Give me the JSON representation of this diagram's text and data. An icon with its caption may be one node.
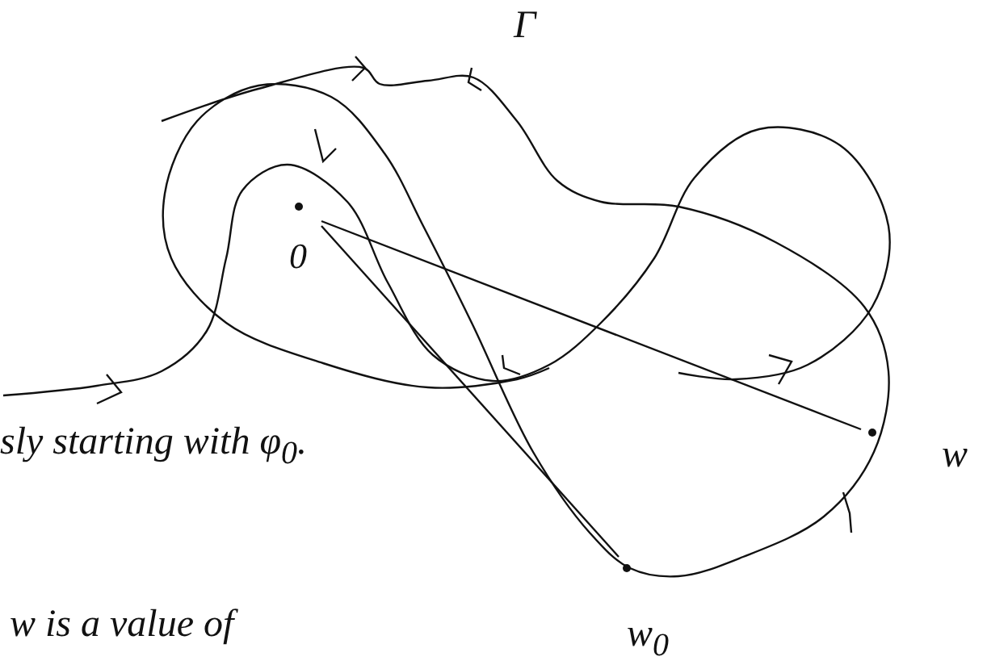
{
  "diagram": {
    "nodes": [
      {
        "text": [
          "0"
        ]
      },
      {
        "text": [
          "w"
        ]
      },
      {
        "text": [
          "w$_{0}$"
        ]
      }
    ],
    "edges": [
      {
        "from": 0,
        "to": 1,
        "arrow": "none"
      },
      {
        "from": 0,
        "to": 2,
        "arrow": "none"
      }
    ],
    "labels": [
      "Γ",
      "sly starting with φ$_{0}$.",
      "w is a value of"
    ]
  }
}
